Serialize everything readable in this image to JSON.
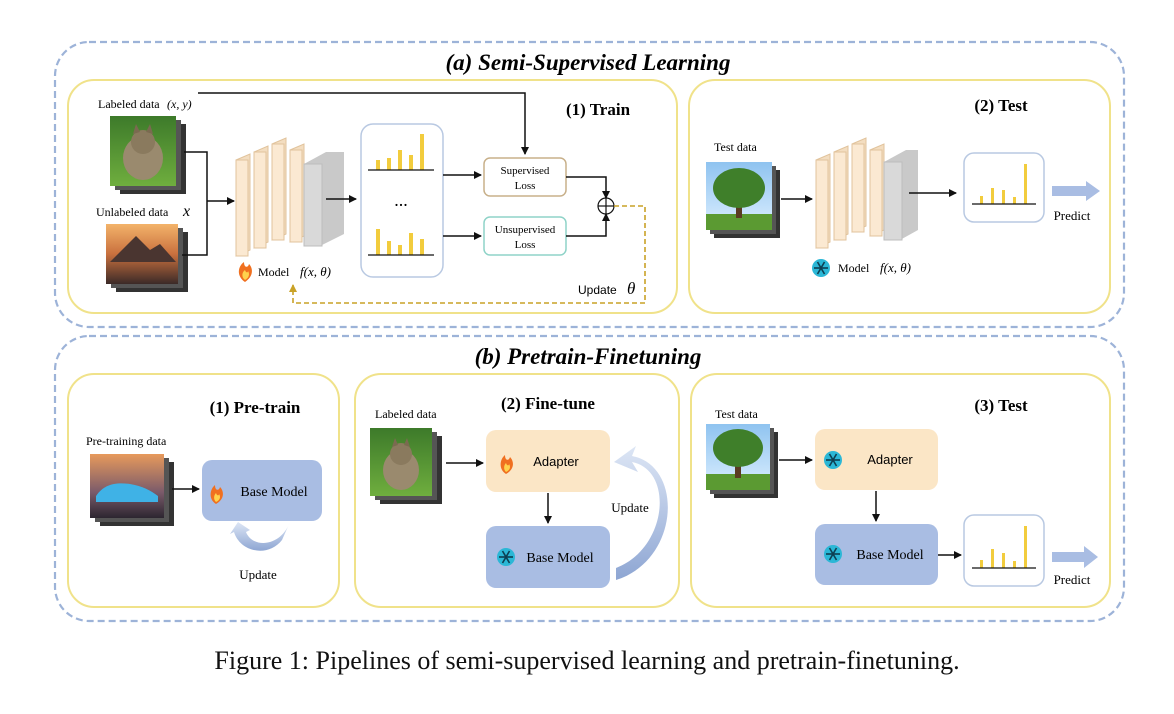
{
  "section_a": {
    "title": "(a) Semi-Supervised Learning",
    "train": {
      "title": "(1) Train",
      "labeled_data": "Labeled data",
      "labeled_math": "(x, y)",
      "unlabeled_data": "Unlabeled data",
      "unlabeled_math": "x",
      "model_label": "Model",
      "model_math": "f(x, θ)",
      "ellipsis": "...",
      "supervised_loss": [
        "Supervised",
        "Loss"
      ],
      "unsupervised_loss": [
        "Unsupervised",
        "Loss"
      ],
      "update_label": "Update",
      "update_math": "θ"
    },
    "test": {
      "title": "(2) Test",
      "test_data": "Test data",
      "model_label": "Model",
      "model_math": "f(x, θ)",
      "predict": "Predict"
    }
  },
  "section_b": {
    "title": "(b) Pretrain-Finetuning",
    "pretrain": {
      "title": "(1) Pre-train",
      "data": "Pre-training data",
      "base_model": "Base Model",
      "update": "Update"
    },
    "finetune": {
      "title": "(2) Fine-tune",
      "data": "Labeled data",
      "adapter": "Adapter",
      "base_model": "Base Model",
      "update": "Update"
    },
    "test": {
      "title": "(3) Test",
      "data": "Test data",
      "adapter": "Adapter",
      "base_model": "Base Model",
      "predict": "Predict"
    }
  },
  "caption": "Figure 1: Pipelines of semi-supervised learning and pretrain-finetuning.",
  "colors": {
    "outer_dash": "#9db3d8",
    "panel_border": "#f0e28a",
    "loss_sup": "#c8b08a",
    "loss_unsup": "#8fd3c8",
    "bar_yellow": "#f2cc3d",
    "adapter_fill": "#fbe6c6",
    "base_fill": "#a9bde3",
    "predict_arrow": "#a9bde3",
    "update_dashed": "#c9a227",
    "snowflake": "#2bb7d6",
    "flame": "#f07020"
  }
}
